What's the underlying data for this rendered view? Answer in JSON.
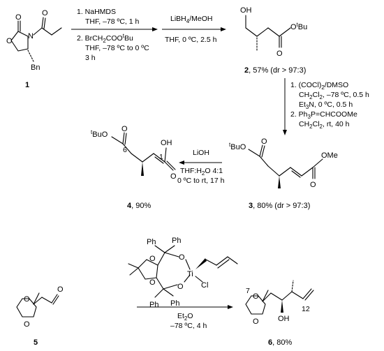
{
  "compounds": {
    "c1": {
      "number": "1"
    },
    "c2": {
      "number": "2",
      "yield": ", 57% (dr > 97:3)"
    },
    "c3": {
      "number": "3",
      "yield": ", 80% (dr > 97:3)"
    },
    "c4": {
      "number": "4",
      "yield": ", 90%"
    },
    "c5": {
      "number": "5"
    },
    "c6": {
      "number": "6",
      "yield": ", 80%"
    }
  },
  "atoms": {
    "O": "O",
    "N": "N",
    "Bn": "Bn",
    "OH": "OH",
    "OMe": "OMe",
    "tBu": "Bu",
    "t": "t",
    "Ph": "Ph",
    "Ti": "Ti",
    "Cl": "Cl",
    "n1": "1",
    "n6": "6",
    "n7": "7",
    "n12": "12"
  },
  "steps": {
    "step1": {
      "line1": "1. NaHMDS",
      "line2": "THF, –78 ºC, 1 h",
      "line3a": "2. BrCH",
      "line3sub": "2",
      "line3b": "COO",
      "line3t": "t",
      "line3c": "Bu",
      "line4": "THF, –78 ºC to 0 ºC",
      "line5": "3 h"
    },
    "step2": {
      "line1a": "LiBH",
      "line1sub": "4",
      "line1b": "/MeOH",
      "line2": "THF, 0 ºC, 2.5 h"
    },
    "step3": {
      "line1a": "1. (COCl)",
      "line1sub": "2",
      "line1b": "/DMSO",
      "line2a": "CH",
      "line2sub1": "2",
      "line2b": "Cl",
      "line2sub2": "2",
      "line2c": ", –78 ºC, 0.5 h",
      "line3a": "Et",
      "line3sub": "3",
      "line3b": "N, 0 ºC, 0.5 h",
      "line4a": "2. Ph",
      "line4sub": "3",
      "line4b": "P=CHCOOMe",
      "line5a": "CH",
      "line5sub1": "2",
      "line5b": "Cl",
      "line5sub2": "2",
      "line5c": ", rt, 40 h"
    },
    "step4": {
      "line1": "LiOH",
      "line2": "THF:H",
      "line2sub": "2",
      "line2b": "O 4:1",
      "line3": "0 ºC to rt, 17 h"
    },
    "step5": {
      "line1a": "Et",
      "line1sub": "2",
      "line1b": "O",
      "line2": "–78 ºC, 4 h"
    }
  }
}
